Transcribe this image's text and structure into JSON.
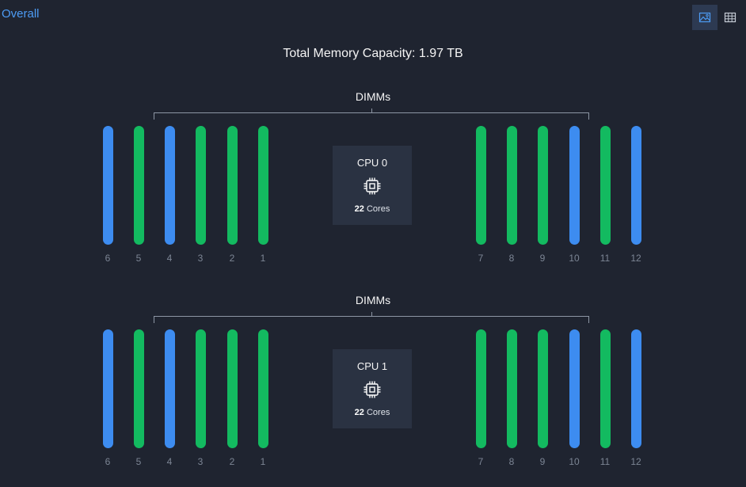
{
  "header": {
    "link_label": "Overall"
  },
  "view_toggle": {
    "active": "image",
    "buttons": [
      {
        "name": "image-view",
        "icon": "image-icon"
      },
      {
        "name": "table-view",
        "icon": "table-icon"
      }
    ]
  },
  "summary": {
    "capacity_text": "Total Memory Capacity: 1.97 TB"
  },
  "colors": {
    "blue": "#3d8cf0",
    "green": "#13ba60",
    "bracket": "#8d96a4"
  },
  "cpus": [
    {
      "name": "CPU 0",
      "cores_count": "22",
      "cores_label": "Cores",
      "dimms_label": "DIMMs",
      "icon": "cpu-chip-icon",
      "left_slots": [
        {
          "number": "6",
          "color": "blue"
        },
        {
          "number": "5",
          "color": "green"
        },
        {
          "number": "4",
          "color": "blue"
        },
        {
          "number": "3",
          "color": "green"
        },
        {
          "number": "2",
          "color": "green"
        },
        {
          "number": "1",
          "color": "green"
        }
      ],
      "right_slots": [
        {
          "number": "7",
          "color": "green"
        },
        {
          "number": "8",
          "color": "green"
        },
        {
          "number": "9",
          "color": "green"
        },
        {
          "number": "10",
          "color": "blue"
        },
        {
          "number": "11",
          "color": "green"
        },
        {
          "number": "12",
          "color": "blue"
        }
      ]
    },
    {
      "name": "CPU 1",
      "cores_count": "22",
      "cores_label": "Cores",
      "dimms_label": "DIMMs",
      "icon": "cpu-chip-icon",
      "left_slots": [
        {
          "number": "6",
          "color": "blue"
        },
        {
          "number": "5",
          "color": "green"
        },
        {
          "number": "4",
          "color": "blue"
        },
        {
          "number": "3",
          "color": "green"
        },
        {
          "number": "2",
          "color": "green"
        },
        {
          "number": "1",
          "color": "green"
        }
      ],
      "right_slots": [
        {
          "number": "7",
          "color": "green"
        },
        {
          "number": "8",
          "color": "green"
        },
        {
          "number": "9",
          "color": "green"
        },
        {
          "number": "10",
          "color": "blue"
        },
        {
          "number": "11",
          "color": "green"
        },
        {
          "number": "12",
          "color": "blue"
        }
      ]
    }
  ]
}
